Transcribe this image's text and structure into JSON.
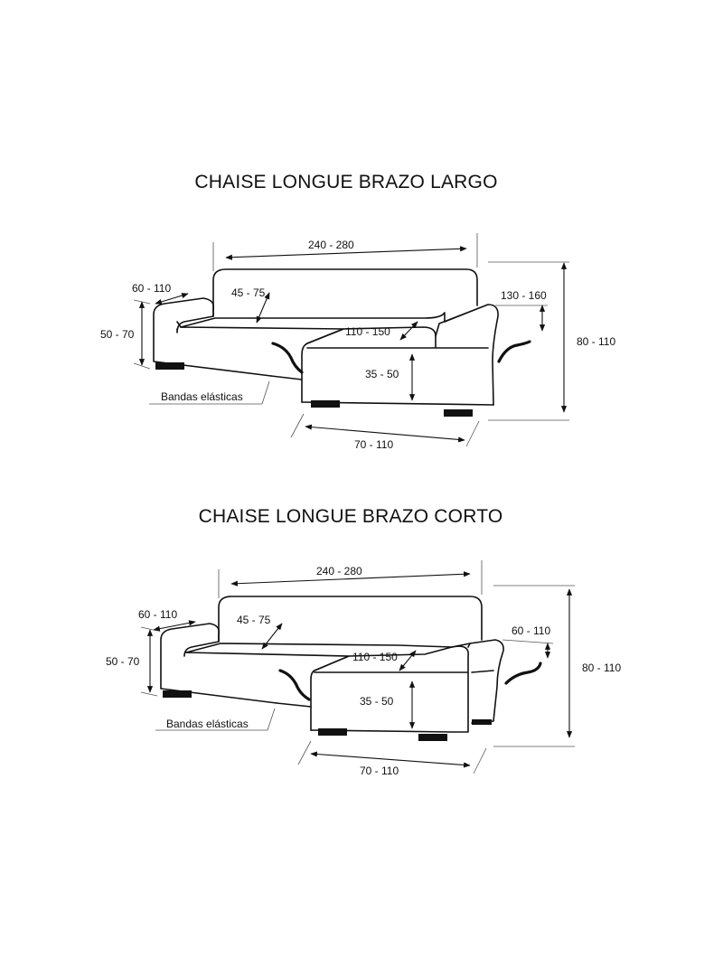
{
  "diagrams": [
    {
      "title": "CHAISE LONGUE BRAZO LARGO",
      "labels": {
        "width": "240 - 280",
        "arm_depth": "60 - 110",
        "back_depth": "45 - 75",
        "arm_height": "50 - 70",
        "chaise_arm": "130 - 160",
        "chaise_length": "110 - 150",
        "total_height": "80 - 110",
        "seat_height": "35 - 50",
        "chaise_width": "70 - 110",
        "bands": "Bandas elásticas"
      }
    },
    {
      "title": "CHAISE LONGUE BRAZO CORTO",
      "labels": {
        "width": "240 - 280",
        "arm_depth": "60 - 110",
        "back_depth": "45 - 75",
        "arm_height": "50 - 70",
        "chaise_arm": "60 - 110",
        "chaise_length": "110 - 150",
        "total_height": "80 - 110",
        "seat_height": "35 - 50",
        "chaise_width": "70 - 110",
        "bands": "Bandas elásticas"
      }
    }
  ]
}
